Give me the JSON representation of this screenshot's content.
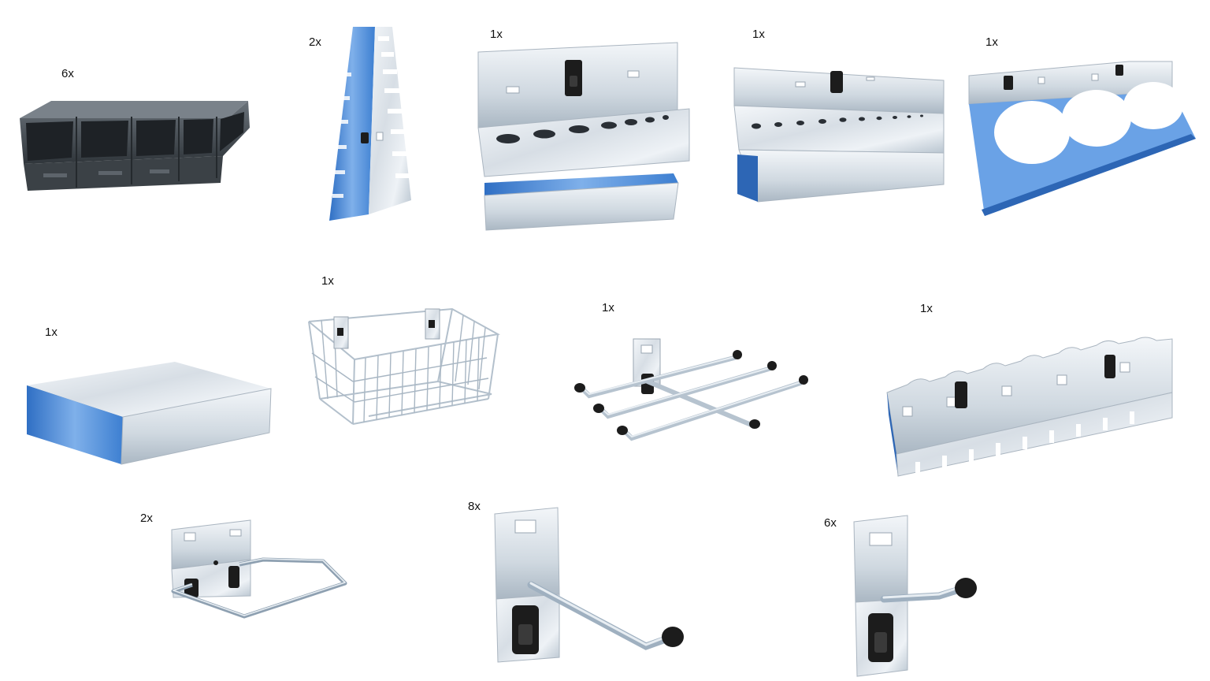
{
  "colors": {
    "background": "#ffffff",
    "steel_light": "#eef2f6",
    "steel_mid": "#c9d3dc",
    "steel_dark": "#8a98a6",
    "steel_blue_edge": "#3d7fd1",
    "plastic_black": "#1c1c1c",
    "bin_grey": "#4d545b"
  },
  "items": [
    {
      "icon": "black-bin-set-icon",
      "quantity": "6x"
    },
    {
      "icon": "spanner-holder-icon",
      "quantity": "2x"
    },
    {
      "icon": "screwdriver-rack-icon",
      "quantity": "1x"
    },
    {
      "icon": "tool-holder-shelf-icon",
      "quantity": "1x"
    },
    {
      "icon": "can-holder-icon",
      "quantity": "1x"
    },
    {
      "icon": "steel-tray-icon",
      "quantity": "1x"
    },
    {
      "icon": "wire-basket-icon",
      "quantity": "1x"
    },
    {
      "icon": "triple-hook-rack-icon",
      "quantity": "1x"
    },
    {
      "icon": "slotted-tool-rack-icon",
      "quantity": "1x"
    },
    {
      "icon": "roll-holder-icon",
      "quantity": "2x"
    },
    {
      "icon": "long-single-hook-icon",
      "quantity": "8x"
    },
    {
      "icon": "short-single-hook-icon",
      "quantity": "6x"
    }
  ]
}
